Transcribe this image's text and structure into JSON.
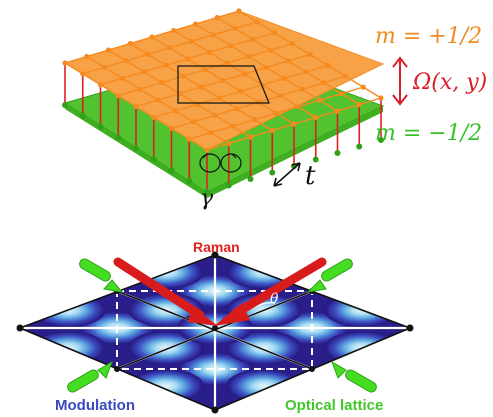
{
  "top_panel": {
    "upper_label": "m = +1/2",
    "coupling_label": "Ω(x, y)",
    "lower_label": "m = −1/2",
    "tunneling_label": "t",
    "loss_label": "γ",
    "colors": {
      "upper_layer": "#f7a247",
      "upper_node": "#f58a1f",
      "lower_layer": "#52c22e",
      "lower_node": "#2fa318",
      "interlayer_bond": "#e02020",
      "upper_text": "#f08a24",
      "coupling_text": "#d8202a",
      "lower_text": "#38c02a"
    }
  },
  "bottom_panel": {
    "raman_label": "Raman",
    "angle_label": "θ",
    "modulation_label": "Modulation",
    "optical_lattice_label": "Optical lattice",
    "colors": {
      "raman_beam": "#d81b1b",
      "lattice_beam": "#44dd22",
      "modulation_text": "#3a4ac0",
      "optical_text": "#42c62a",
      "raman_text": "#e0201a",
      "potential_dark": "#2a1f8a",
      "potential_light": "#d6eefa"
    }
  }
}
